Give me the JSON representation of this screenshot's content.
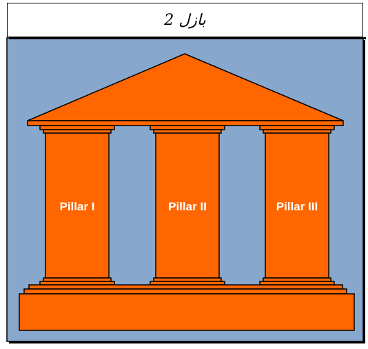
{
  "title": "بازل 2",
  "pillars": [
    {
      "label": "Pillar I"
    },
    {
      "label": "Pillar II"
    },
    {
      "label": "Pillar III"
    }
  ],
  "colors": {
    "background": "#87A7CC",
    "structure": "#FF6600",
    "outline": "#000000",
    "label_text": "#FFFFFF"
  }
}
